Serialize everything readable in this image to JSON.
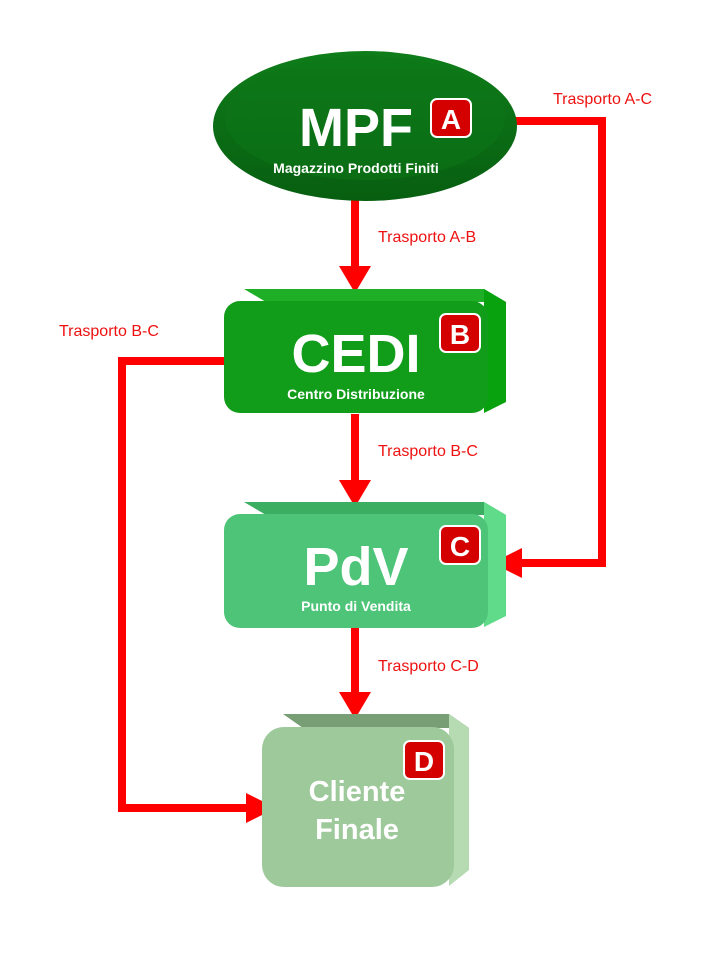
{
  "nodes": {
    "mpf": {
      "title": "MPF",
      "subtitle": "Magazzino Prodotti Finiti",
      "badge": "A"
    },
    "cedi": {
      "title": "CEDI",
      "subtitle": "Centro Distribuzione",
      "badge": "B"
    },
    "pdv": {
      "title": "PdV",
      "subtitle": "Punto di Vendita",
      "badge": "C"
    },
    "cliente": {
      "title_line1": "Cliente",
      "title_line2": "Finale",
      "badge": "D"
    }
  },
  "edges": {
    "ab": "Trasporto A-B",
    "ac": "Trasporto A-C",
    "bc_left": "Trasporto B-C",
    "bc_center": "Trasporto B-C",
    "cd": "Trasporto C-D"
  },
  "colors": {
    "arrow": "#ff0000",
    "label": "#ee1111",
    "mpf": "#0a6e14",
    "cedi": "#119d1a",
    "pdv": "#4ec479",
    "cliente": "#9ec99b",
    "badge": "#e00000"
  }
}
